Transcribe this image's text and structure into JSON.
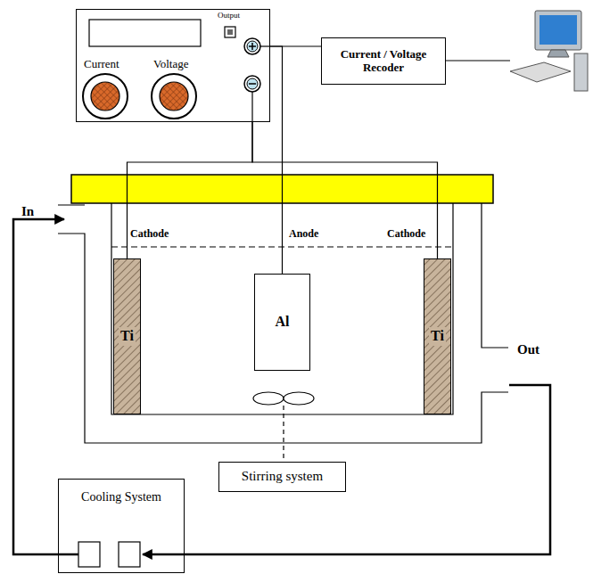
{
  "diagram": {
    "nodes": [
      {
        "text": [
          "Output",
          "Current",
          "Voltage"
        ]
      },
      {
        "text": [
          "Current / Voltage Recoder"
        ]
      },
      {
        "text": [
          "Ti"
        ]
      },
      {
        "text": [
          "Al"
        ]
      },
      {
        "text": [
          "Ti"
        ]
      },
      {
        "text": [
          "Stirring system"
        ]
      },
      {
        "text": [
          "Cooling System"
        ]
      }
    ],
    "edges": [
      {
        "from": 0,
        "to": 1,
        "arrow": "none"
      },
      {
        "from": 0,
        "to": 3,
        "arrow": "none"
      },
      {
        "from": 0,
        "to": 2,
        "arrow": "none"
      },
      {
        "from": 0,
        "to": 4,
        "arrow": "none"
      }
    ],
    "labels": [
      "In",
      "Cathode",
      "Anode",
      "Cathode",
      "Out"
    ]
  }
}
